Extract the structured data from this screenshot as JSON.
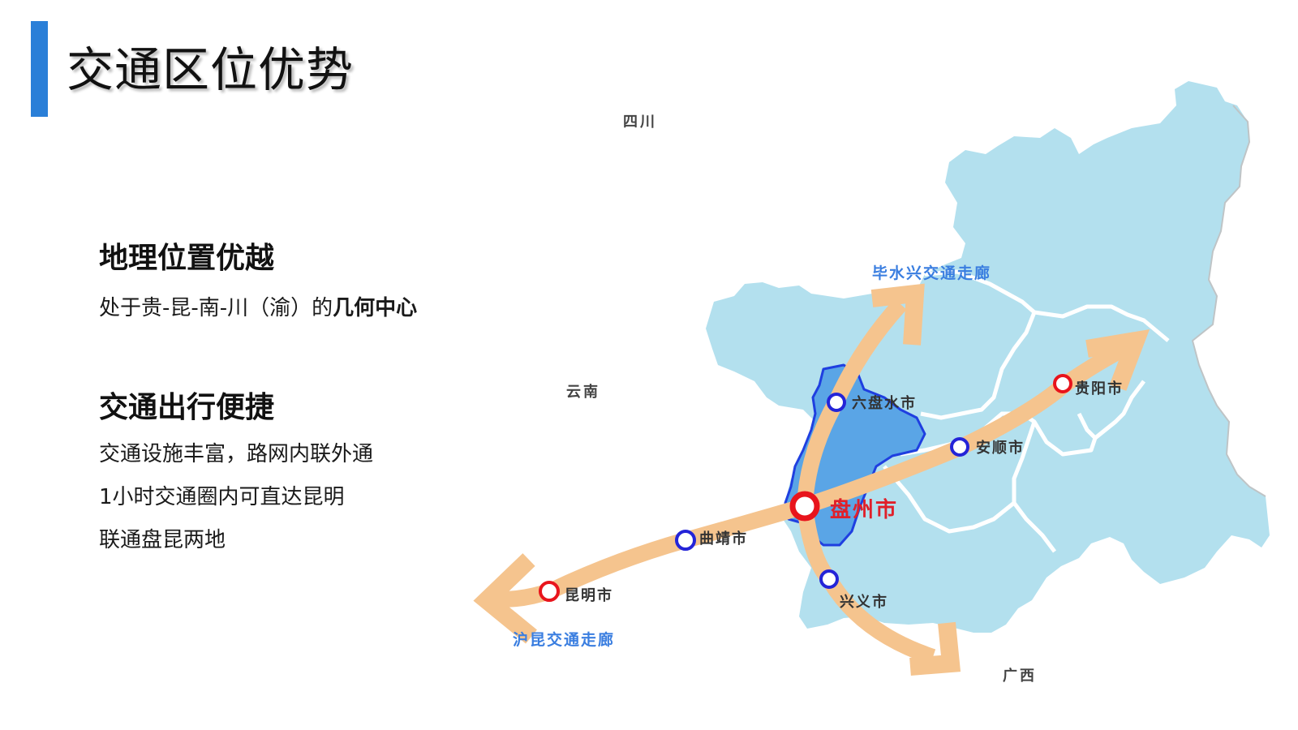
{
  "header": {
    "title": "交通区位优势",
    "accent_color": "#2a7fd8"
  },
  "sections": [
    {
      "heading": "地理位置优越",
      "lines": [
        {
          "prefix": "处于贵-昆-南-川（渝）的",
          "bold": "几何中心"
        }
      ]
    },
    {
      "heading": "交通出行便捷",
      "lines": [
        {
          "text": "交通设施丰富，路网内联外通"
        },
        {
          "text": "1小时交通圈内可直达昆明"
        },
        {
          "text": "联通盘昆两地"
        }
      ]
    }
  ],
  "map": {
    "colors": {
      "region_fill": "#b3e0ee",
      "highlight_fill": "#5aa5e6",
      "highlight_border": "#1f3fe0",
      "corridor": "#f5c48e",
      "major_city_ring": "#e8141c",
      "minor_city_ring": "#2424d8",
      "corridor_label": "#3a7ee0",
      "province_label": "#444444",
      "focus_city_label": "#e0202a"
    },
    "province_labels": [
      {
        "name": "四川"
      },
      {
        "name": "云南"
      },
      {
        "name": "广西"
      }
    ],
    "corridors": [
      {
        "name": "毕水兴交通走廊"
      },
      {
        "name": "沪昆交通走廊"
      }
    ],
    "cities": [
      {
        "name": "盘州市",
        "type": "focus"
      },
      {
        "name": "六盘水市",
        "type": "minor"
      },
      {
        "name": "安顺市",
        "type": "minor"
      },
      {
        "name": "贵阳市",
        "type": "major"
      },
      {
        "name": "曲靖市",
        "type": "minor"
      },
      {
        "name": "昆明市",
        "type": "major"
      },
      {
        "name": "兴义市",
        "type": "minor"
      }
    ]
  }
}
